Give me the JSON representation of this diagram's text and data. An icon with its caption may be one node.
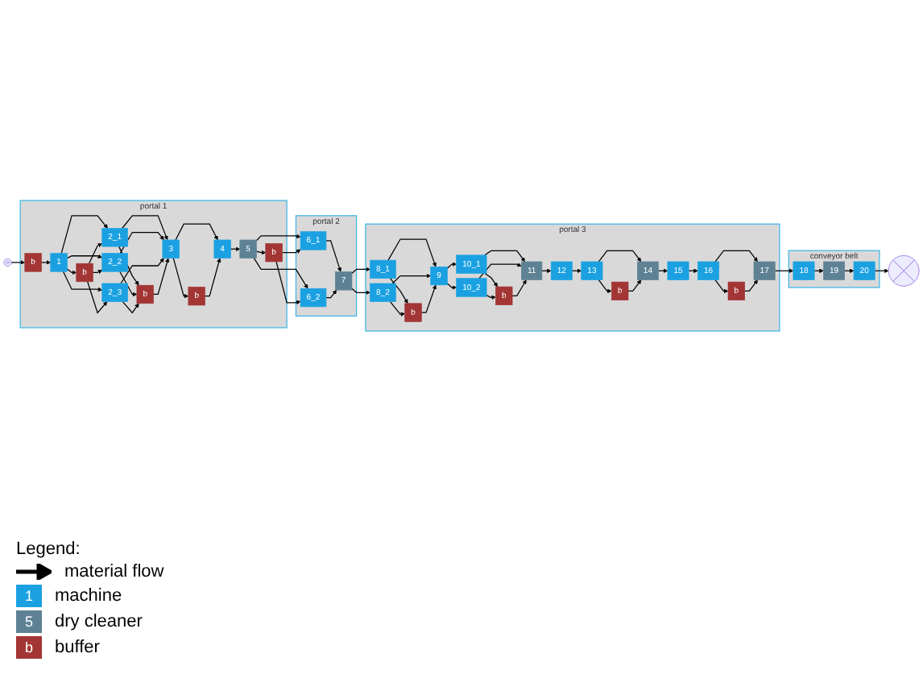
{
  "diagram": {
    "nodes": [
      {
        "text": [],
        "shape": "circle"
      },
      {
        "text": [
          "portal 1"
        ]
      },
      {
        "text": [
          "b"
        ],
        "in": 1
      },
      {
        "text": [
          "1"
        ],
        "in": 1
      },
      {
        "text": [
          "b"
        ],
        "in": 1
      },
      {
        "text": [
          "2_1"
        ],
        "in": 1
      },
      {
        "text": [
          "2_2"
        ],
        "in": 1
      },
      {
        "text": [
          "2_3"
        ],
        "in": 1
      },
      {
        "text": [
          "3"
        ],
        "in": 1
      },
      {
        "text": [
          "b"
        ],
        "in": 1
      },
      {
        "text": [
          "4"
        ],
        "in": 1
      },
      {
        "text": [
          "b"
        ],
        "in": 1
      },
      {
        "text": [
          "5"
        ],
        "in": 1
      },
      {
        "text": [
          "b"
        ],
        "in": 1
      },
      {
        "text": [
          "portal 2"
        ]
      },
      {
        "text": [
          "6_1"
        ],
        "in": 14
      },
      {
        "text": [
          "6_2"
        ],
        "in": 14
      },
      {
        "text": [
          "7"
        ],
        "in": 14
      },
      {
        "text": [
          "portal 3"
        ]
      },
      {
        "text": [
          "8_1"
        ],
        "in": 18
      },
      {
        "text": [
          "8_2"
        ],
        "in": 18
      },
      {
        "text": [
          "9"
        ],
        "in": 18
      },
      {
        "text": [
          "b"
        ],
        "in": 18
      },
      {
        "text": [
          "10_1"
        ],
        "in": 18
      },
      {
        "text": [
          "10_2"
        ],
        "in": 18
      },
      {
        "text": [
          "11"
        ],
        "in": 18
      },
      {
        "text": [
          "b"
        ],
        "in": 18
      },
      {
        "text": [
          "12"
        ],
        "in": 18
      },
      {
        "text": [
          "13"
        ],
        "in": 18
      },
      {
        "text": [
          "b"
        ],
        "in": 18
      },
      {
        "text": [
          "14"
        ],
        "in": 18
      },
      {
        "text": [
          "15"
        ],
        "in": 18
      },
      {
        "text": [
          "16"
        ],
        "in": 18
      },
      {
        "text": [
          "b"
        ],
        "in": 18
      },
      {
        "text": [
          "17"
        ],
        "in": 18
      },
      {
        "text": [
          "conveyor belt"
        ]
      },
      {
        "text": [
          "18"
        ],
        "in": 35
      },
      {
        "text": [
          "19"
        ],
        "in": 35
      },
      {
        "text": [
          "20"
        ],
        "in": 35
      },
      {
        "text": [],
        "shape": "circle"
      }
    ],
    "edges": [
      {
        "from": 0,
        "to": 2,
        "arrow": "to"
      },
      {
        "from": 2,
        "to": 3,
        "arrow": "to"
      },
      {
        "from": 3,
        "to": 4,
        "arrow": "to"
      },
      {
        "from": 3,
        "to": 5,
        "arrow": "to"
      },
      {
        "from": 3,
        "to": 6,
        "arrow": "to"
      },
      {
        "from": 3,
        "to": 7,
        "arrow": "to"
      },
      {
        "from": 4,
        "to": 5,
        "arrow": "to"
      },
      {
        "from": 4,
        "to": 6,
        "arrow": "to"
      },
      {
        "from": 4,
        "to": 7,
        "arrow": "to"
      },
      {
        "from": 5,
        "to": 8,
        "arrow": "to"
      },
      {
        "from": 6,
        "to": 8,
        "arrow": "to"
      },
      {
        "from": 7,
        "to": 8,
        "arrow": "to"
      },
      {
        "from": 5,
        "to": 9,
        "arrow": "to"
      },
      {
        "from": 6,
        "to": 9,
        "arrow": "to"
      },
      {
        "from": 7,
        "to": 9,
        "arrow": "to"
      },
      {
        "from": 9,
        "to": 8,
        "arrow": "to"
      },
      {
        "from": 8,
        "to": 10,
        "arrow": "to"
      },
      {
        "from": 8,
        "to": 11,
        "arrow": "to"
      },
      {
        "from": 11,
        "to": 10,
        "arrow": "to"
      },
      {
        "from": 10,
        "to": 12,
        "arrow": "to"
      },
      {
        "from": 12,
        "to": 13,
        "arrow": "to"
      },
      {
        "from": 12,
        "to": 15,
        "arrow": "to"
      },
      {
        "from": 12,
        "to": 16,
        "arrow": "to"
      },
      {
        "from": 13,
        "to": 15,
        "arrow": "to"
      },
      {
        "from": 13,
        "to": 16,
        "arrow": "to"
      },
      {
        "from": 15,
        "to": 17,
        "arrow": "to"
      },
      {
        "from": 16,
        "to": 17,
        "arrow": "to"
      },
      {
        "from": 17,
        "to": 19,
        "arrow": "to"
      },
      {
        "from": 17,
        "to": 20,
        "arrow": "to"
      },
      {
        "from": 19,
        "to": 21,
        "arrow": "to"
      },
      {
        "from": 20,
        "to": 21,
        "arrow": "to"
      },
      {
        "from": 19,
        "to": 22,
        "arrow": "to"
      },
      {
        "from": 20,
        "to": 22,
        "arrow": "to"
      },
      {
        "from": 22,
        "to": 21,
        "arrow": "to"
      },
      {
        "from": 21,
        "to": 23,
        "arrow": "to"
      },
      {
        "from": 21,
        "to": 24,
        "arrow": "to"
      },
      {
        "from": 23,
        "to": 25,
        "arrow": "to"
      },
      {
        "from": 24,
        "to": 25,
        "arrow": "to"
      },
      {
        "from": 23,
        "to": 26,
        "arrow": "to"
      },
      {
        "from": 24,
        "to": 26,
        "arrow": "to"
      },
      {
        "from": 26,
        "to": 25,
        "arrow": "to"
      },
      {
        "from": 25,
        "to": 27,
        "arrow": "to"
      },
      {
        "from": 27,
        "to": 28,
        "arrow": "to"
      },
      {
        "from": 28,
        "to": 29,
        "arrow": "to"
      },
      {
        "from": 28,
        "to": 30,
        "arrow": "to"
      },
      {
        "from": 29,
        "to": 30,
        "arrow": "to"
      },
      {
        "from": 30,
        "to": 31,
        "arrow": "to"
      },
      {
        "from": 31,
        "to": 32,
        "arrow": "to"
      },
      {
        "from": 32,
        "to": 33,
        "arrow": "to"
      },
      {
        "from": 32,
        "to": 34,
        "arrow": "to"
      },
      {
        "from": 33,
        "to": 34,
        "arrow": "to"
      },
      {
        "from": 34,
        "to": 36,
        "arrow": "to"
      },
      {
        "from": 36,
        "to": 37,
        "arrow": "to"
      },
      {
        "from": 37,
        "to": 38,
        "arrow": "to"
      },
      {
        "from": 38,
        "to": 39,
        "arrow": "to"
      }
    ],
    "labels": [
      "Legend:",
      "1",
      "5",
      "b"
    ],
    "legend": [
      {
        "text": "material flow"
      },
      {
        "text": "machine",
        "color": "#1ba1e2"
      },
      {
        "text": "dry cleaner",
        "color": "#5e8294"
      },
      {
        "text": "buffer",
        "color": "#a33535"
      }
    ]
  }
}
